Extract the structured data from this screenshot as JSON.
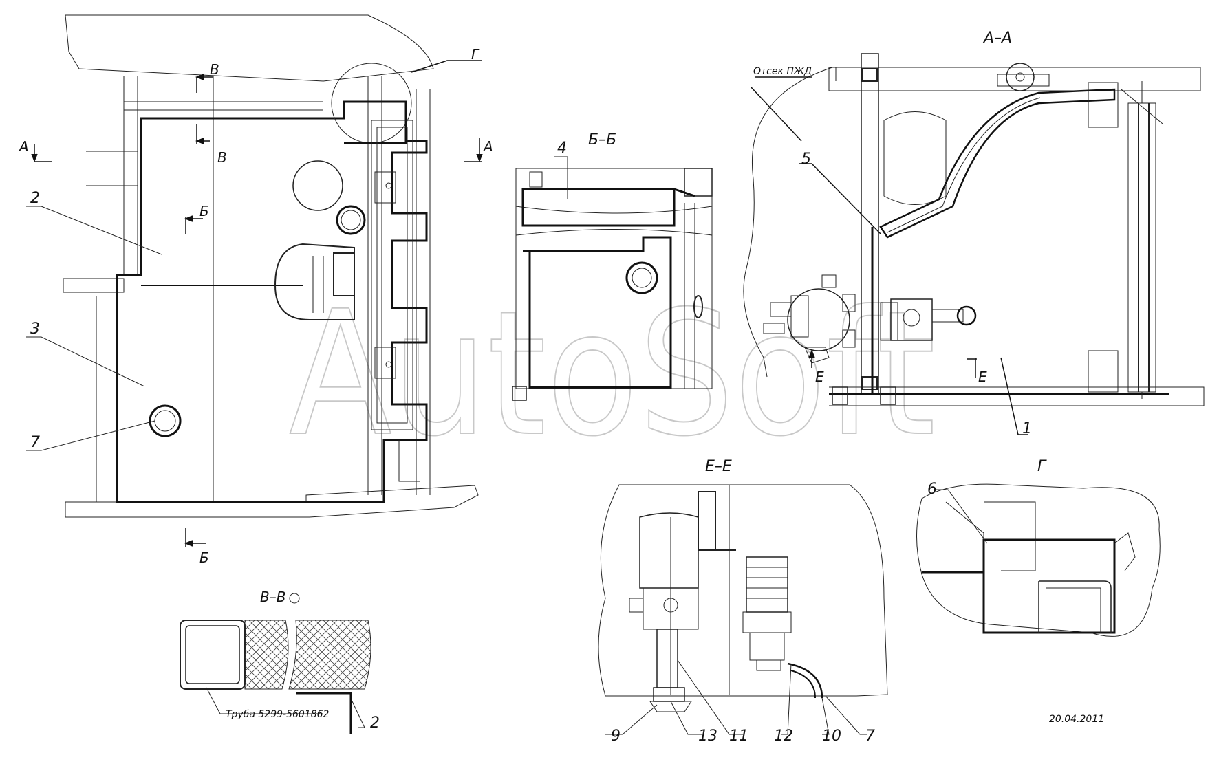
{
  "watermark": "AutoSoft",
  "date": "20.04.2011",
  "section_titles": {
    "aa": "А–А",
    "bb": "Б–Б",
    "ee": "Е–Е",
    "g": "Г",
    "vv": "В–В"
  },
  "cut_marks": {
    "a_left": "А",
    "a_right": "А",
    "v_top": "В",
    "v_mid": "В",
    "b_top": "Б",
    "b_bottom": "Б",
    "g_callout": "Г",
    "e_left": "Е",
    "e_right": "Е"
  },
  "notes": {
    "compartment": "Отсек ПЖД",
    "pipe": "Труба 5299-5601862"
  },
  "callouts": {
    "c2_main": "2",
    "c3": "3",
    "c7_main": "7",
    "c4": "4",
    "c5": "5",
    "c1": "1",
    "c6": "6",
    "c9": "9",
    "c13": "13",
    "c11": "11",
    "c12": "12",
    "c10": "10",
    "c7_ee": "7",
    "c2_vv": "2"
  }
}
